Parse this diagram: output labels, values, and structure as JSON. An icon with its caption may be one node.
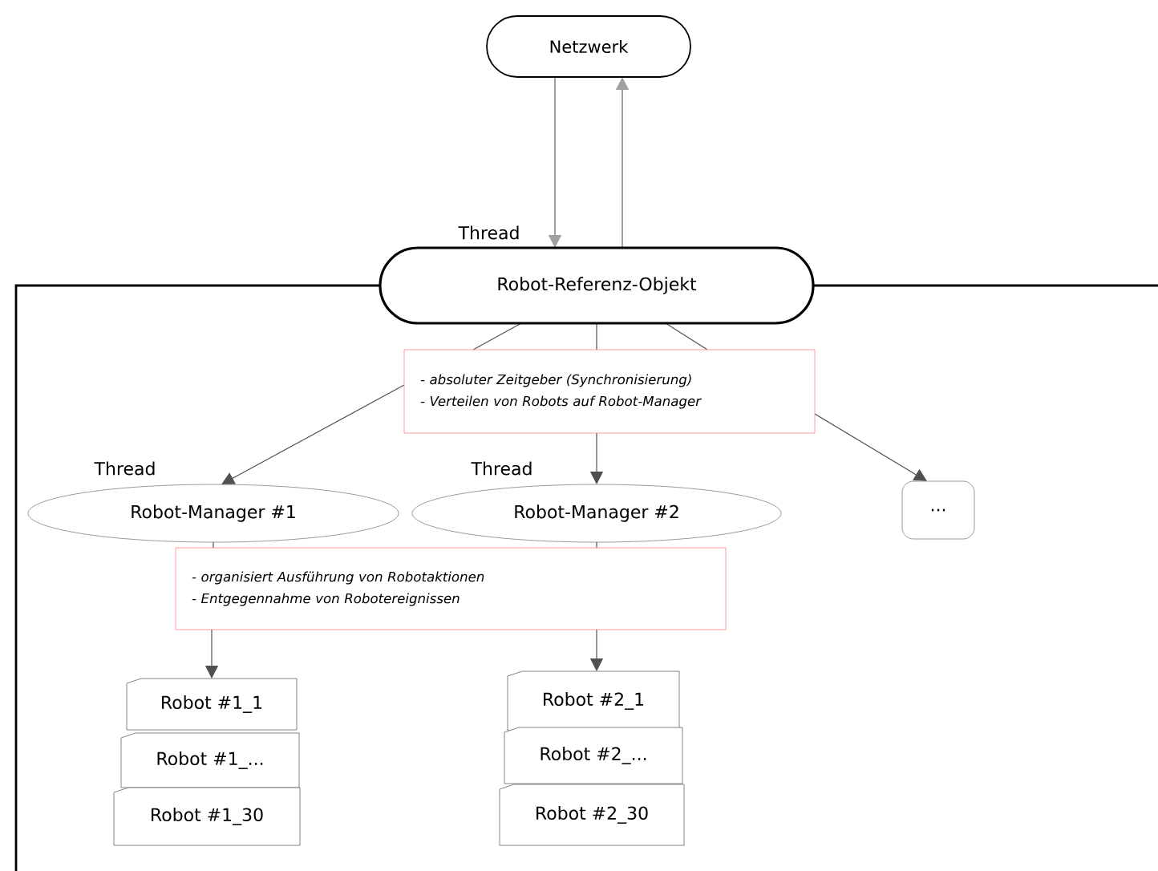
{
  "diagram": {
    "nodes": [
      {
        "text": [
          "Netzwerk"
        ]
      },
      {
        "text": [
          "Robot-Referenz-Objekt"
        ],
        "beside": [
          "Thread"
        ]
      },
      {
        "text": [
          "- absoluter Zeitgeber (Synchronisierung)",
          "- Verteilen von Robots auf Robot-Manager"
        ]
      },
      {
        "text": [
          "Robot-Manager #1"
        ],
        "beside": [
          "Thread"
        ]
      },
      {
        "text": [
          "Robot-Manager #2"
        ],
        "beside": [
          "Thread"
        ]
      },
      {
        "text": [
          "..."
        ]
      },
      {
        "text": [
          "- organisiert Ausführung von Robotaktionen",
          "- Entgegennahme von Robotereignissen"
        ]
      },
      {
        "text": [
          "Robot #1_1"
        ]
      },
      {
        "text": [
          "Robot #1_..."
        ]
      },
      {
        "text": [
          "Robot #1_30"
        ]
      },
      {
        "text": [
          "Robot #2_1"
        ]
      },
      {
        "text": [
          "Robot #2_..."
        ]
      },
      {
        "text": [
          "Robot #2_30"
        ]
      }
    ],
    "edges": [
      {
        "from": 0,
        "to": 1,
        "arrow": "to",
        "color": "#a0a0a0"
      },
      {
        "from": 1,
        "to": 0,
        "arrow": "to",
        "color": "#a0a0a0"
      },
      {
        "from": 1,
        "to": 2,
        "arrow": "none"
      },
      {
        "from": 1,
        "to": 2,
        "arrow": "none"
      },
      {
        "from": 1,
        "to": 2,
        "arrow": "none"
      },
      {
        "from": 2,
        "to": 3,
        "arrow": "to"
      },
      {
        "from": 2,
        "to": 4,
        "arrow": "to"
      },
      {
        "from": 2,
        "to": 5,
        "arrow": "to"
      },
      {
        "from": 3,
        "to": 6,
        "arrow": "none"
      },
      {
        "from": 6,
        "to": 7,
        "arrow": "to"
      },
      {
        "from": 4,
        "to": 6,
        "arrow": "none"
      },
      {
        "from": 6,
        "to": 10,
        "arrow": "to"
      }
    ]
  }
}
